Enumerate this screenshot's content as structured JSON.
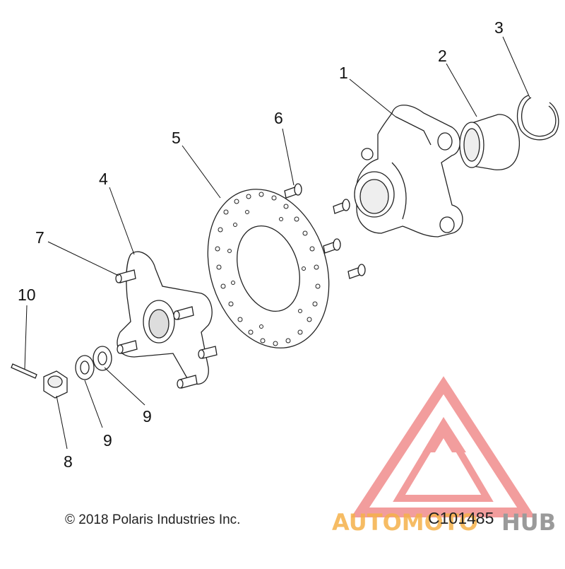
{
  "callouts": [
    {
      "id": "1",
      "text": "1"
    },
    {
      "id": "2",
      "text": "2"
    },
    {
      "id": "3",
      "text": "3"
    },
    {
      "id": "4",
      "text": "4"
    },
    {
      "id": "5",
      "text": "5"
    },
    {
      "id": "6",
      "text": "6"
    },
    {
      "id": "7",
      "text": "7"
    },
    {
      "id": "8",
      "text": "8"
    },
    {
      "id": "9a",
      "text": "9"
    },
    {
      "id": "9b",
      "text": "9"
    },
    {
      "id": "10",
      "text": "10"
    }
  ],
  "footer": {
    "copyright": "© 2018 Polaris Industries Inc.",
    "drawing_number": "C101485"
  },
  "watermark": {
    "word_a": "AUTOMOTO",
    "word_b": "HUB",
    "color_red": "#f08c8c",
    "color_orange": "#f5b14a",
    "color_gray": "#9a9a9a"
  },
  "colors": {
    "line": "#222222",
    "part_fill": "#ffffff",
    "shade": "#e6e6e6"
  }
}
